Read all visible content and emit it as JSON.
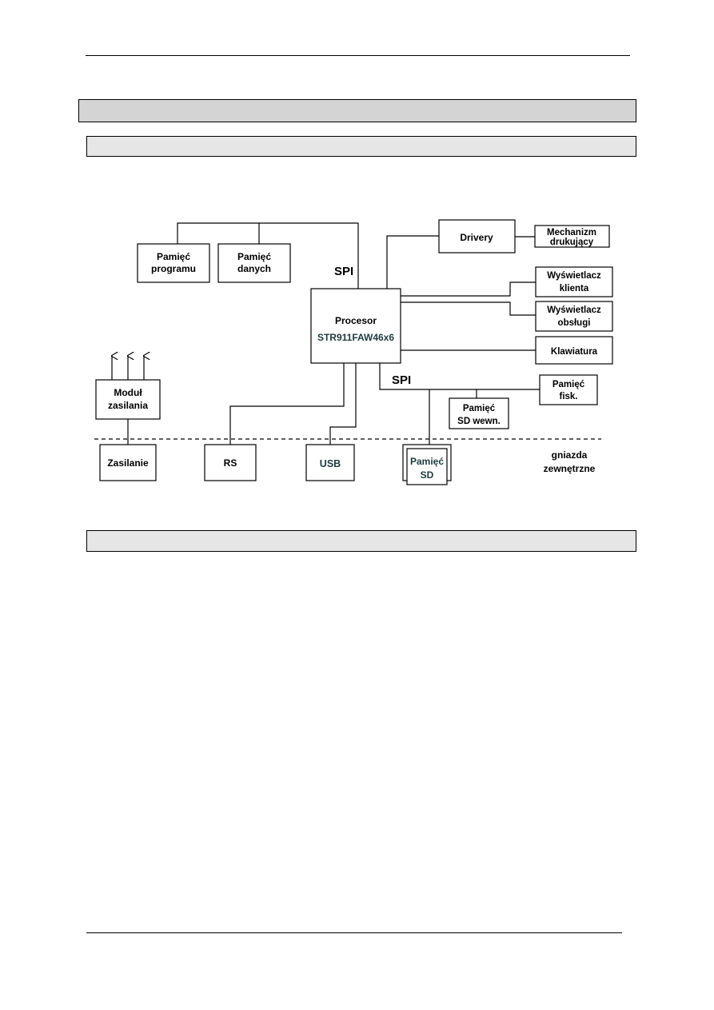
{
  "blocks": {
    "pamiec_programu": [
      "Pamięć",
      "programu"
    ],
    "pamiec_danych": [
      "Pamięć",
      "danych"
    ],
    "spi_top": "SPI",
    "procesor": [
      "Procesor",
      "STR911FAW46x6"
    ],
    "drivery": "Drivery",
    "mechanizm": [
      "Mechanizm",
      "drukujący"
    ],
    "wyswietlacz_klienta": [
      "Wyświetlacz",
      "klienta"
    ],
    "wyswietlacz_obslugi": [
      "Wyświetlacz",
      "obsługi"
    ],
    "klawiatura": "Klawiatura",
    "spi_bottom": "SPI",
    "pamiec_fisk": [
      "Pamięć",
      "fisk."
    ],
    "pamiec_sd_wewn": [
      "Pamięć",
      "SD wewn."
    ],
    "modul_zasilania": [
      "Moduł",
      "zasilania"
    ],
    "zasilanie": "Zasilanie",
    "rs": "RS",
    "usb": "USB",
    "pamiec_sd": [
      "Pamięć",
      "SD"
    ],
    "gniazda": [
      "gniazda",
      "zewnętrzne"
    ]
  }
}
